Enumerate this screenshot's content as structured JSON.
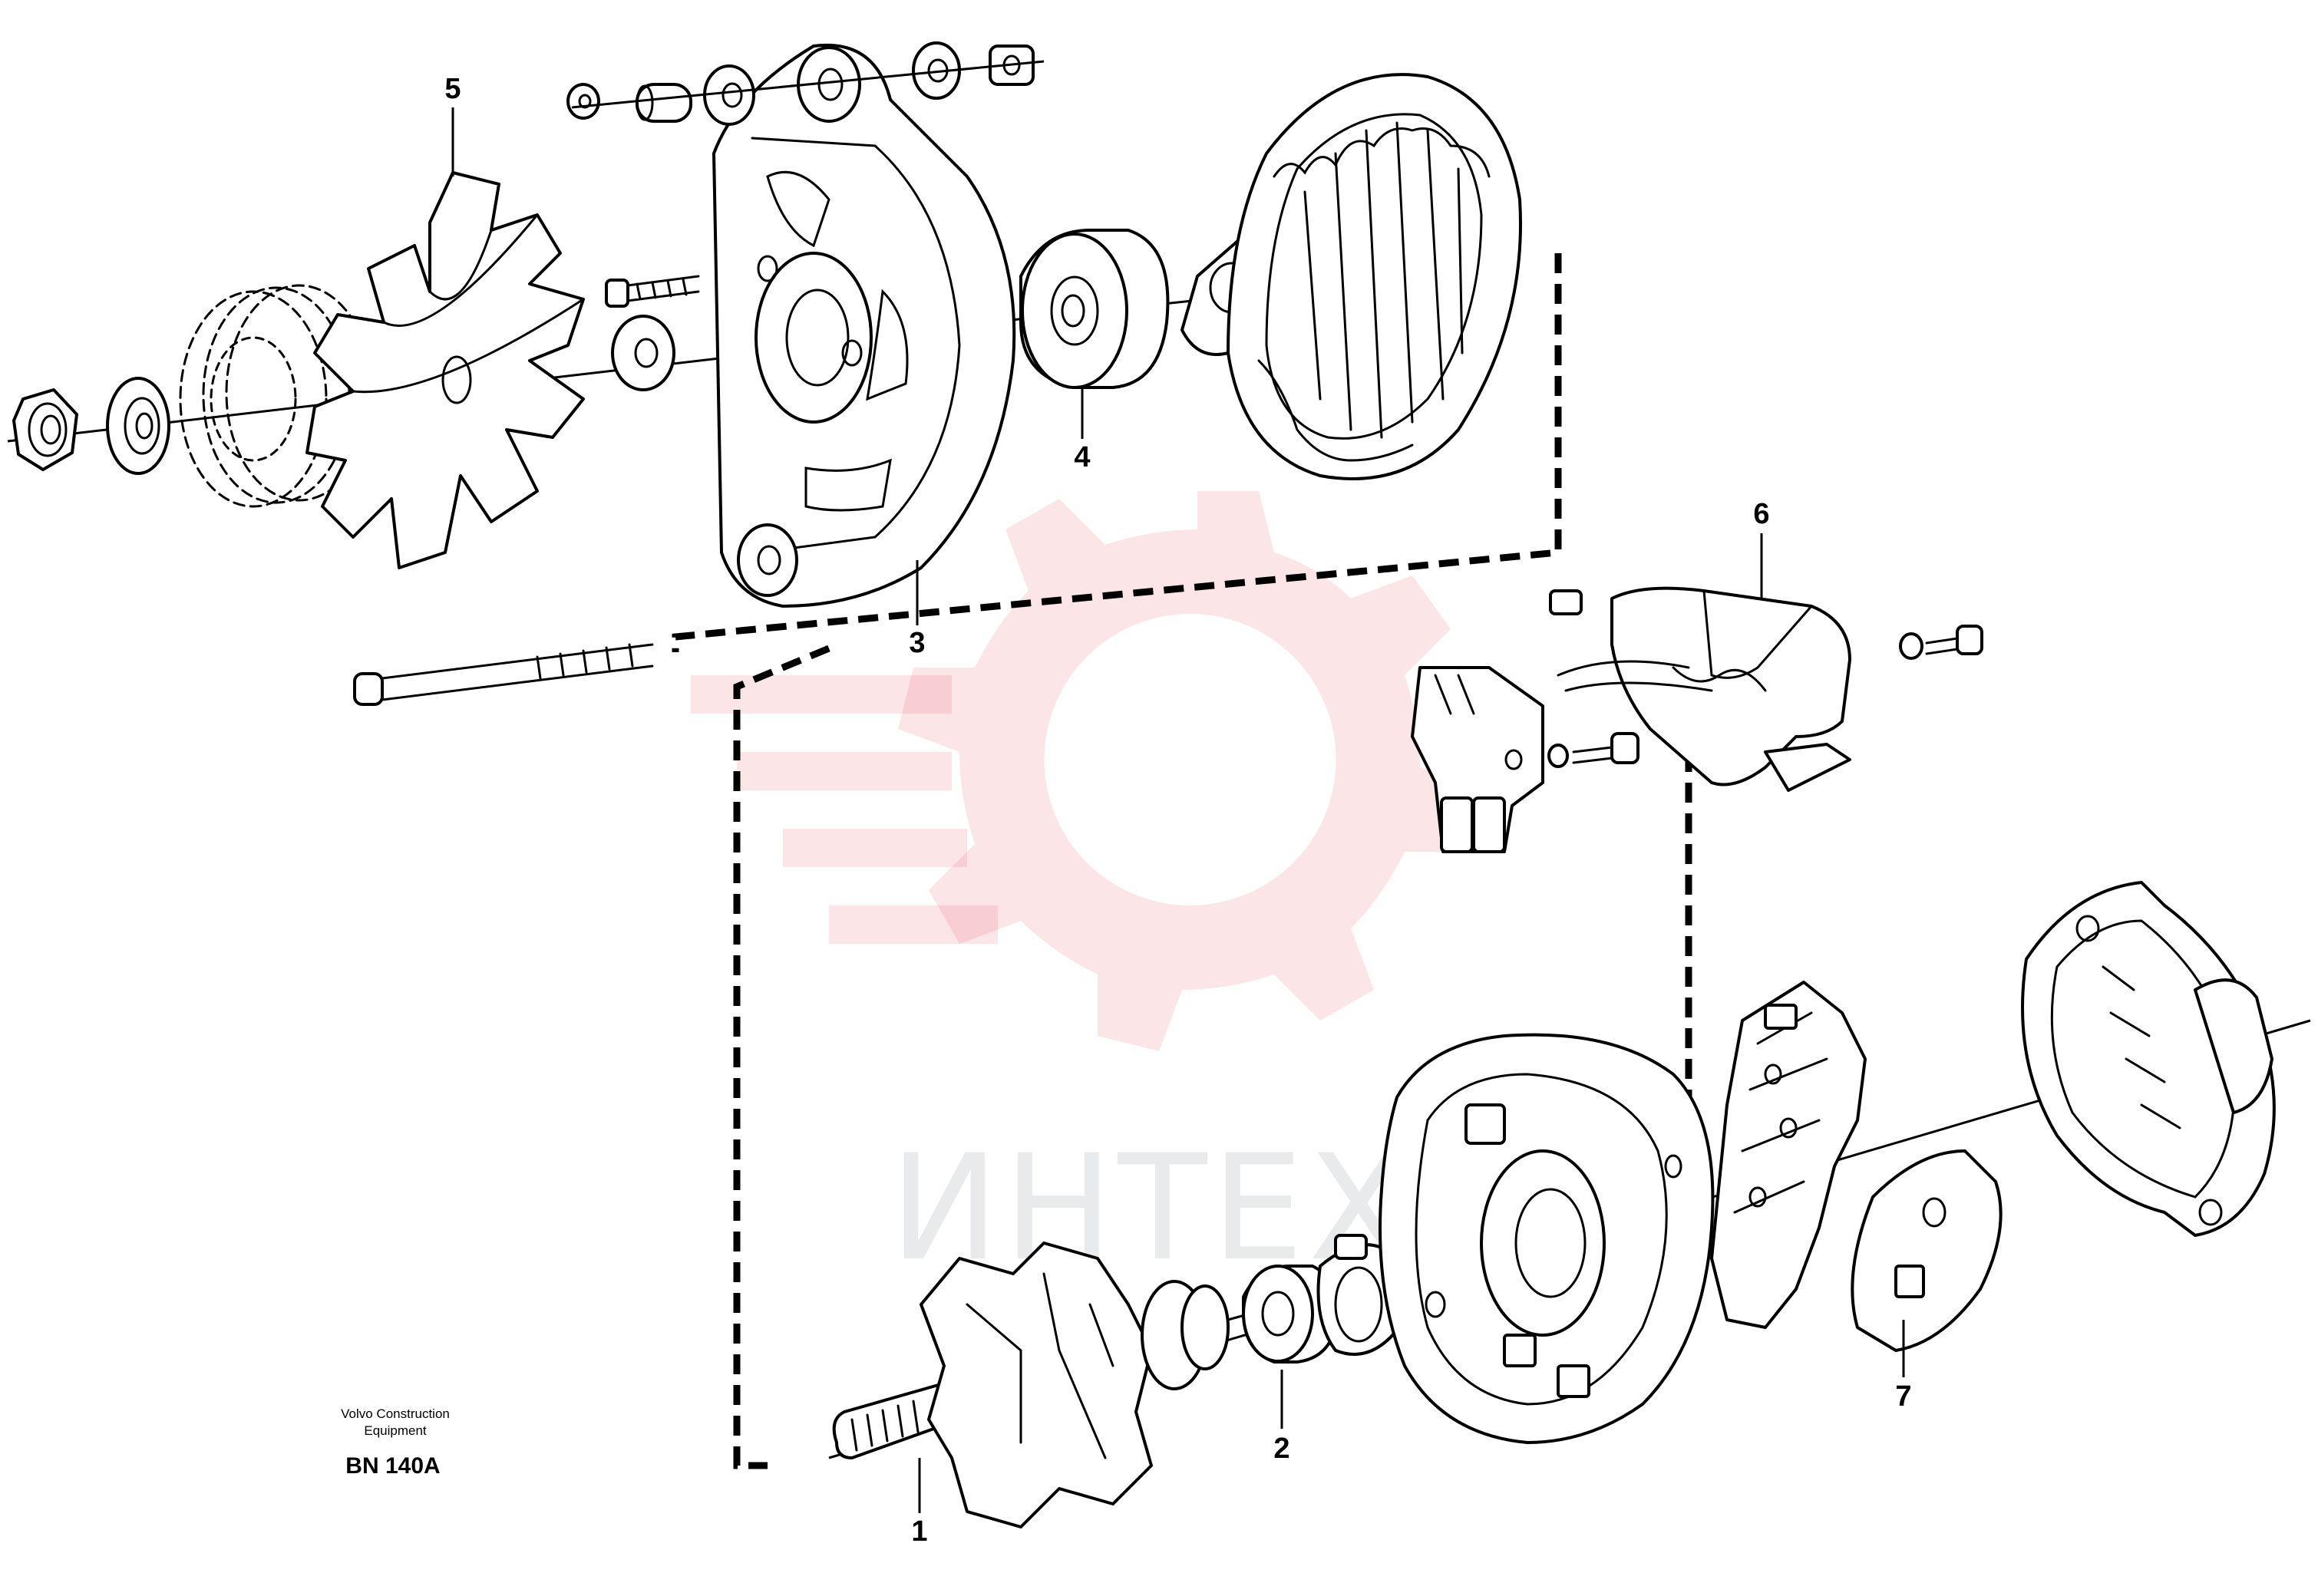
{
  "figure": {
    "maker_line1": "Volvo Construction",
    "maker_line2": "Equipment",
    "figure_code": "BN 140A"
  },
  "callouts": [
    "1",
    "2",
    "3",
    "4",
    "5",
    "6",
    "7"
  ],
  "watermark": {
    "text": "ИНТЕХ",
    "color": "#e63946"
  }
}
